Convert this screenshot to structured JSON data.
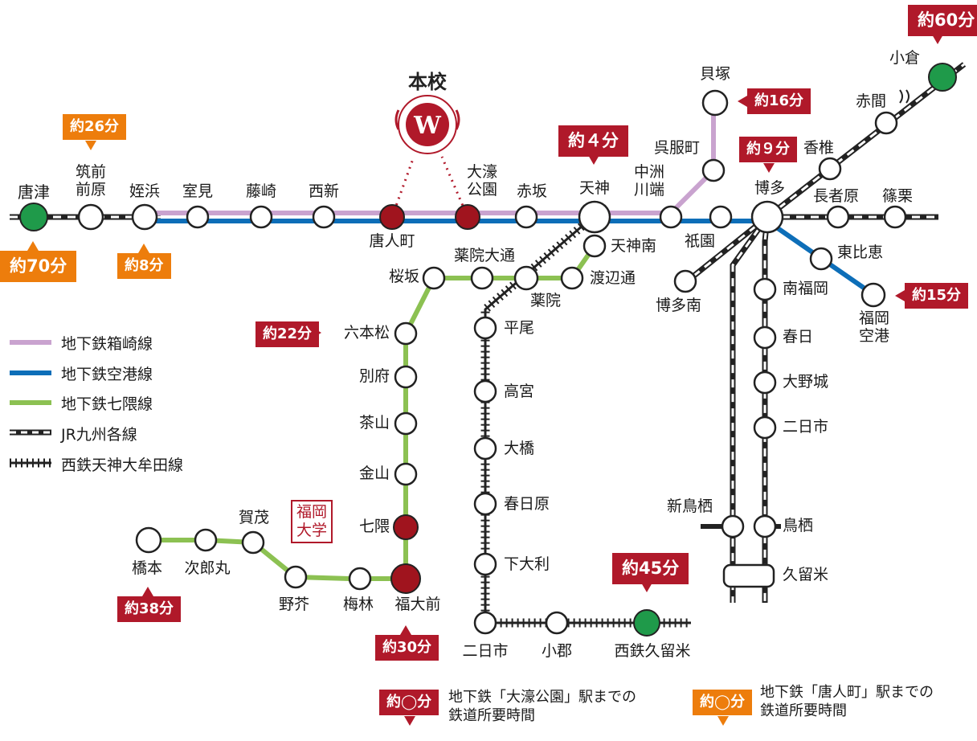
{
  "colors": {
    "hakozaki": "#c9a3cf",
    "kuko": "#0d6eb8",
    "nanakuma": "#8cc152",
    "school_red": "#b0192a",
    "time_orange": "#ed7d0c",
    "green_station": "#1f9a4a"
  },
  "school": {
    "label": "本校",
    "logo": "school-emblem"
  },
  "university": {
    "label": "福岡\n大学"
  },
  "stations": {
    "karatsu": "唐津",
    "chikuzen_maebaru": "筑前\n前原",
    "meinohama": "姪浜",
    "muromi": "室見",
    "fujisaki": "藤崎",
    "nishijin": "西新",
    "tojinmachi": "唐人町",
    "ohori_koen": "大濠\n公園",
    "akasaka": "赤坂",
    "tenjin": "天神",
    "nakasu_kawabata": "中洲\n川端",
    "gofukumachi": "呉服町",
    "kaizuka": "貝塚",
    "hakata": "博多",
    "kashii": "香椎",
    "akama": "赤間",
    "kokura": "小倉",
    "chojabaru": "長者原",
    "sasaguri": "篠栗",
    "gion": "祇園",
    "higashi_hie": "東比恵",
    "fukuoka_kuko": "福岡\n空港",
    "hakata_minami": "博多南",
    "minami_fukuoka": "南福岡",
    "kasuga": "春日",
    "onojo": "大野城",
    "futsukaichi_jr": "二日市",
    "shin_tosu": "新鳥栖",
    "tosu": "鳥栖",
    "kurume": "久留米",
    "tenjin_minami": "天神南",
    "watanabe_dori": "渡辺通",
    "yakuin": "薬院",
    "yakuin_odori": "薬院大通",
    "sakurazaka": "桜坂",
    "ropponmatsu": "六本松",
    "beppu": "別府",
    "chayama": "茶山",
    "kanayama": "金山",
    "nanakuma": "七隈",
    "fukudaimae": "福大前",
    "umebayashi": "梅林",
    "noke": "野芥",
    "kamo": "賀茂",
    "jiromaru": "次郎丸",
    "hashimoto": "橋本",
    "hirao": "平尾",
    "takamiya": "高宮",
    "ohashi": "大橋",
    "kasugabaru": "春日原",
    "shimo_ori": "下大利",
    "futsukaichi_nishitetsu": "二日市",
    "ogori": "小郡",
    "nishitetsu_kurume": "西鉄久留米"
  },
  "times": {
    "karatsu": "約70分",
    "chikuzen_maebaru": "約26分",
    "meinohama": "約8分",
    "tenjin": "約４分",
    "kaizuka": "約16分",
    "hakata": "約９分",
    "kokura": "約60分",
    "fukuoka_kuko": "約15分",
    "ropponmatsu": "約22分",
    "hashimoto": "約38分",
    "fukudaimae": "約30分",
    "nishitetsu_kurume": "約45分"
  },
  "legend": {
    "items": [
      {
        "label": "地下鉄箱崎線",
        "color": "#c9a3cf",
        "style": "solid"
      },
      {
        "label": "地下鉄空港線",
        "color": "#0d6eb8",
        "style": "solid"
      },
      {
        "label": "地下鉄七隈線",
        "color": "#8cc152",
        "style": "solid"
      },
      {
        "label": "JR九州各線",
        "color": "#222222",
        "style": "dashed"
      },
      {
        "label": "西鉄天神大牟田線",
        "color": "#222222",
        "style": "ties"
      }
    ],
    "note_red_badge": "約◯分",
    "note_red_text": "地下鉄「大濠公園」駅までの\n鉄道所要時間",
    "note_org_badge": "約◯分",
    "note_org_text": "地下鉄「唐人町」駅までの\n鉄道所要時間"
  }
}
